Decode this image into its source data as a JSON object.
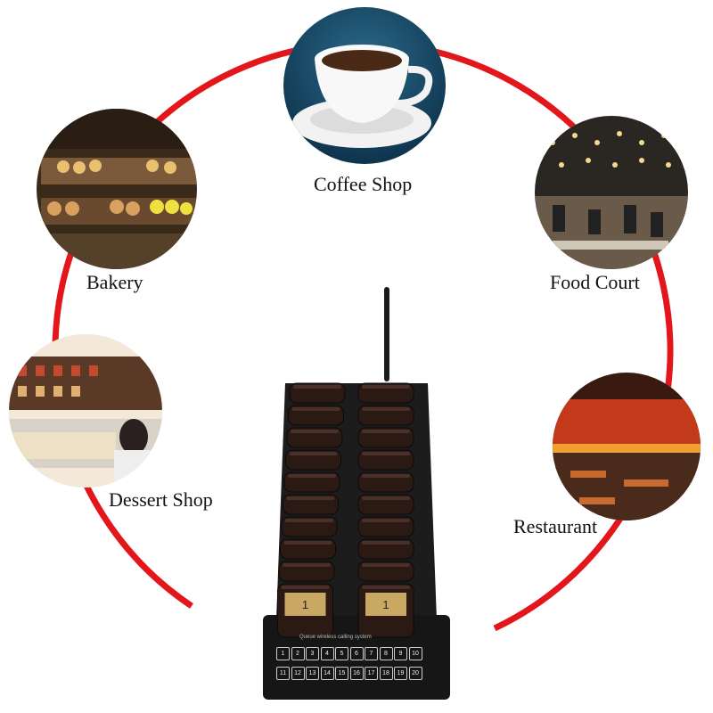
{
  "scene": {
    "labels": {
      "coffee_shop": "Coffee Shop",
      "bakery": "Bakery",
      "food_court": "Food Court",
      "dessert_shop": "Dessert Shop",
      "restaurant": "Restaurant"
    },
    "ring_color": "#e3161b",
    "device": {
      "keypad_keys": [
        "1",
        "2",
        "3",
        "4",
        "5",
        "6",
        "7",
        "8",
        "9",
        "10",
        "11",
        "12",
        "13",
        "14",
        "15",
        "16",
        "17",
        "18",
        "19",
        "20"
      ],
      "brand_text": "Queue wireless calling system",
      "pager_numbers": [
        "1",
        "1"
      ]
    }
  }
}
